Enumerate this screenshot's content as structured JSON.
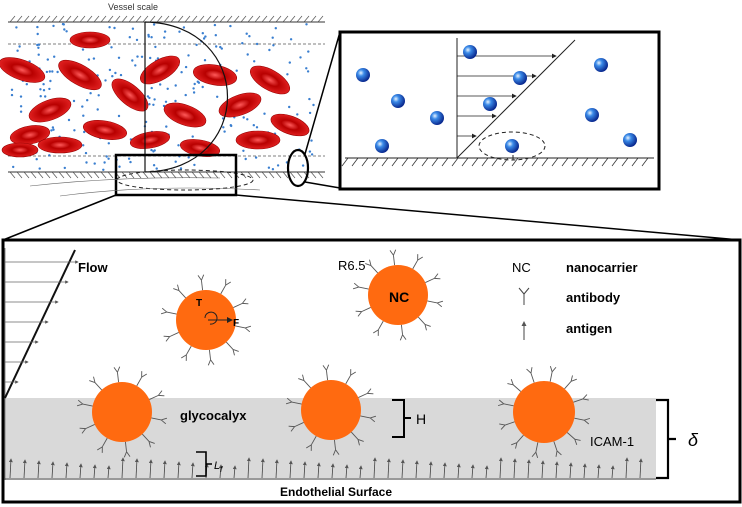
{
  "vessel": {
    "title": "Vessel scale"
  },
  "detail": {
    "flow_label": "Flow",
    "nc_label": "NC",
    "r_label": "R6.5",
    "torque_label": "T",
    "force_label": "F",
    "glycocalyx_label": "glycocalyx",
    "h_label": "H",
    "icam_label": "ICAM-1",
    "delta_label": "δ",
    "lf_label": "L",
    "lf_sub": "f",
    "surface_label": "Endothelial Surface"
  },
  "legend": {
    "nc_key": "NC",
    "nc_text": "nanocarrier",
    "antibody_text": "antibody",
    "antigen_text": "antigen"
  },
  "colors": {
    "rbc": "#d01818",
    "nanocarrier": "#ff6a10",
    "glycocalyx": "#d9d9d9",
    "plasma_dot": "#3a7fd0",
    "sphere": "#1f4fd0"
  }
}
